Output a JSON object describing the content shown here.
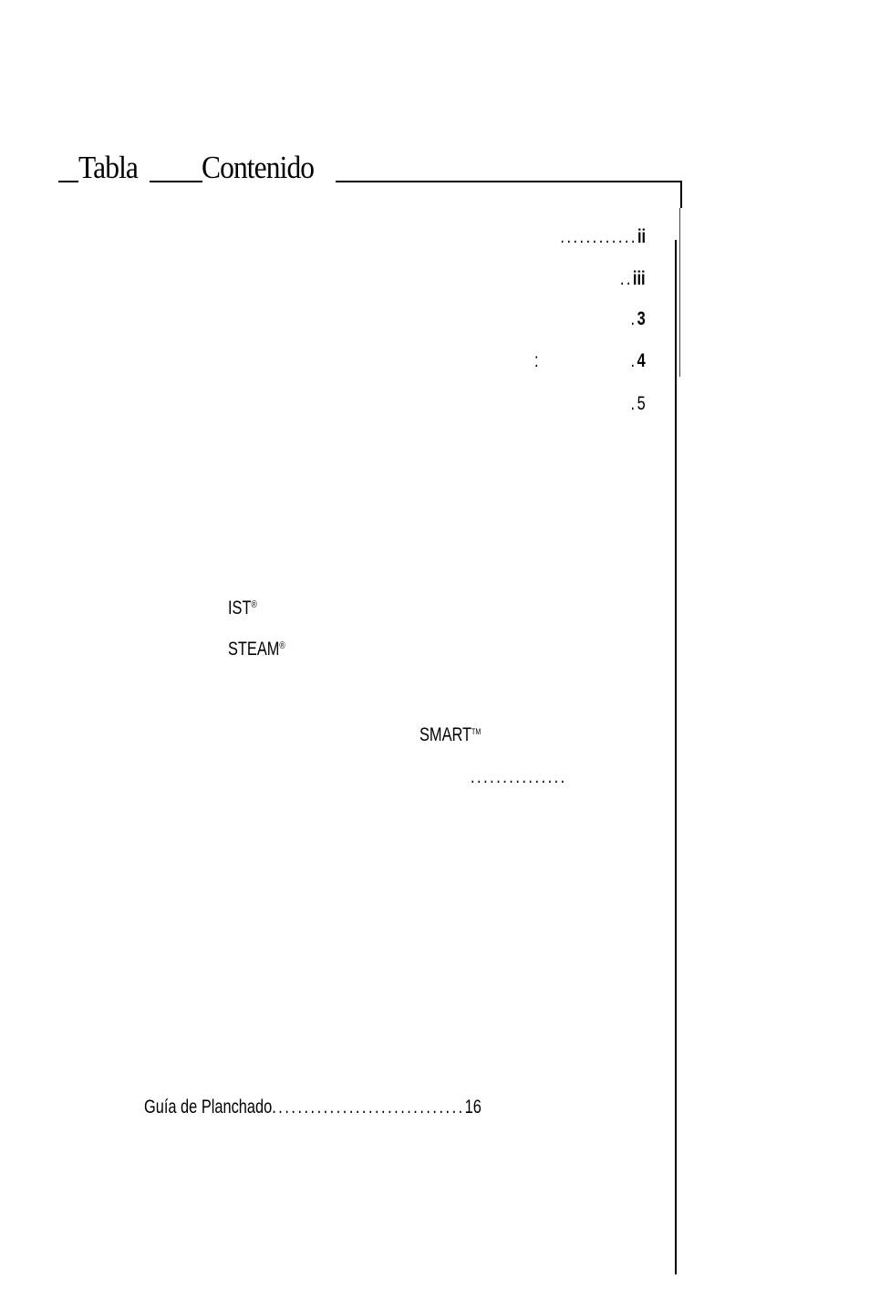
{
  "page": {
    "title": {
      "word1": "Tabla",
      "word2": "Contenido"
    },
    "toc_right_entries": [
      {
        "leader": "............",
        "page": "ii"
      },
      {
        "leader": "..",
        "page": "iii"
      },
      {
        "leader": ".",
        "page": "3"
      },
      {
        "marker": ":",
        "leader": ".",
        "page": "4"
      },
      {
        "leader": ".",
        "page": "5"
      }
    ],
    "fragments": {
      "ist": {
        "text": "IST",
        "mark": "®"
      },
      "steam": {
        "text": "STEAM",
        "mark": "®"
      },
      "smart": {
        "text": "SMART",
        "mark": "TM"
      },
      "smart_leader": "..............."
    },
    "last_entry": {
      "label": "Guía de Planchado",
      "leader": "..............................",
      "page": "16"
    }
  }
}
